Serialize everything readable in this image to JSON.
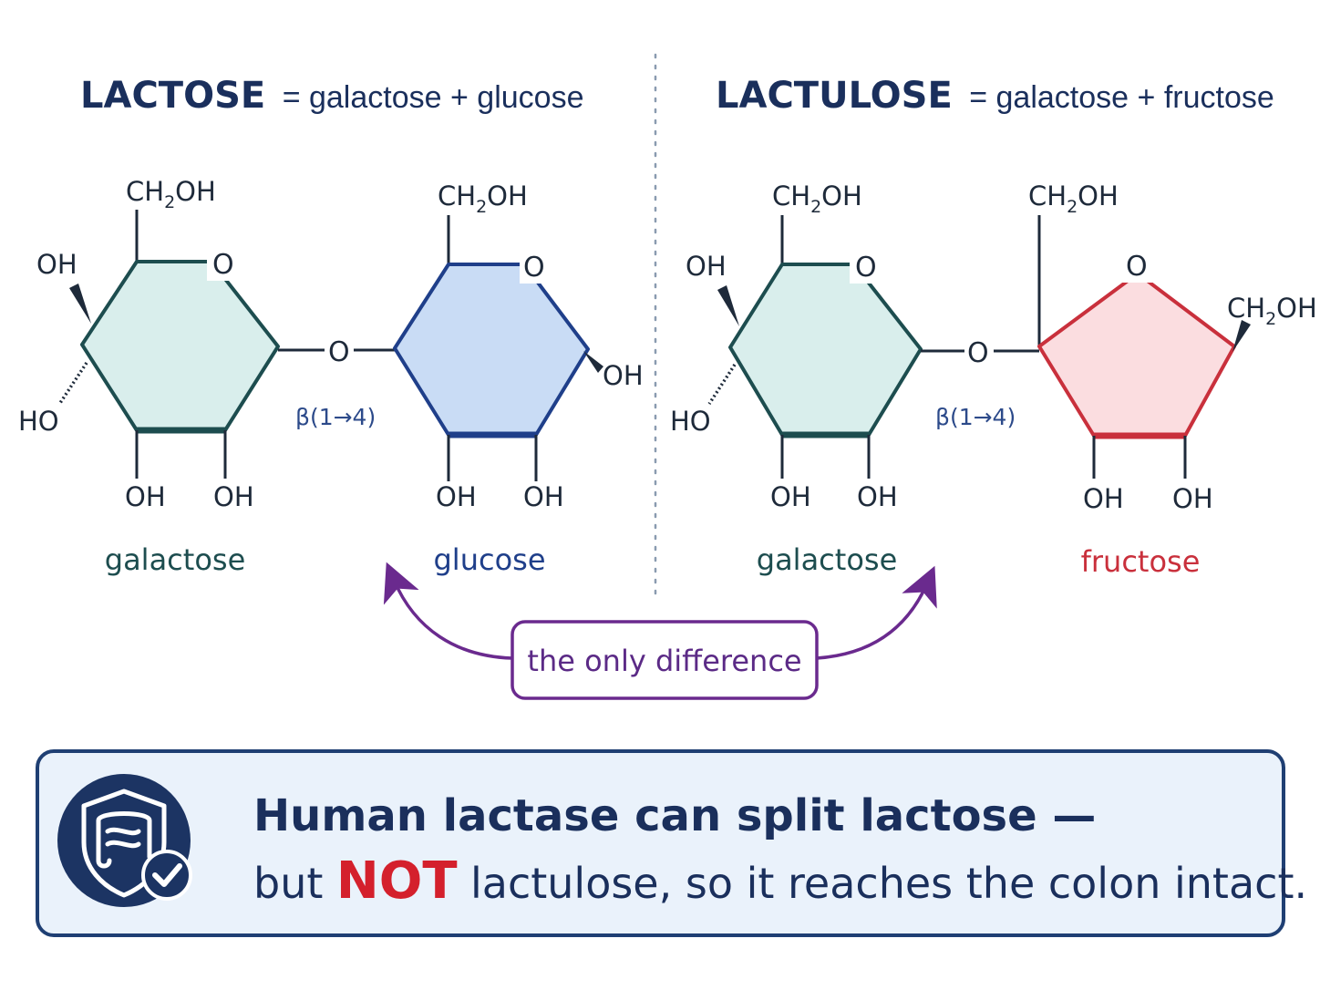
{
  "colors": {
    "galactose_fill": "#d9eeec",
    "galactose_stroke": "#1d4d4f",
    "glucose_fill": "#c9dcf5",
    "glucose_stroke": "#1f3f8a",
    "fructose_fill": "#fbdde0",
    "fructose_stroke": "#c9303c",
    "difference_purple": "#6a2a8e",
    "banner_bg": "#eaf2fb",
    "banner_border": "#1f3f73",
    "not_red": "#d4202c"
  },
  "left": {
    "title_bold": "LACTOSE",
    "title_rest": "= galactose + glucose",
    "ring1": {
      "ch2oh": "CH",
      "sub": "2",
      "oh": "OH",
      "o": "O",
      "oh_top": "OH",
      "ho": "HO",
      "oh_b1": "OH",
      "oh_b2": "OH",
      "name": "galactose"
    },
    "link": {
      "o": "O",
      "label": "β(1→4)"
    },
    "ring2": {
      "ch2oh": "CH",
      "sub": "2",
      "oh": "OH",
      "o": "O",
      "oh_right": "OH",
      "oh_b1": "OH",
      "oh_b2": "OH",
      "name": "glucose"
    }
  },
  "right": {
    "title_bold": "LACTULOSE",
    "title_rest": "= galactose + fructose",
    "ring1": {
      "ch2oh": "CH",
      "sub": "2",
      "oh": "OH",
      "o": "O",
      "oh_top": "OH",
      "ho": "HO",
      "oh_b1": "OH",
      "oh_b2": "OH",
      "name": "galactose"
    },
    "link": {
      "o": "O",
      "label": "β(1→4)"
    },
    "ring2": {
      "ch2oh": "CH",
      "sub": "2",
      "oh": "OH",
      "ch2oh_right": "CH",
      "sub_right": "2",
      "oh_right_word": "OH",
      "o": "O",
      "oh_b1": "OH",
      "oh_b2": "OH",
      "name": "fructose"
    }
  },
  "difference_label": "the only difference",
  "banner": {
    "icon": "intestine-shield-check-icon",
    "line1": "Human lactase can split lactose —",
    "line2_before": "but",
    "line2_not": "NOT",
    "line2_after": "lactulose, so it reaches the colon intact."
  }
}
